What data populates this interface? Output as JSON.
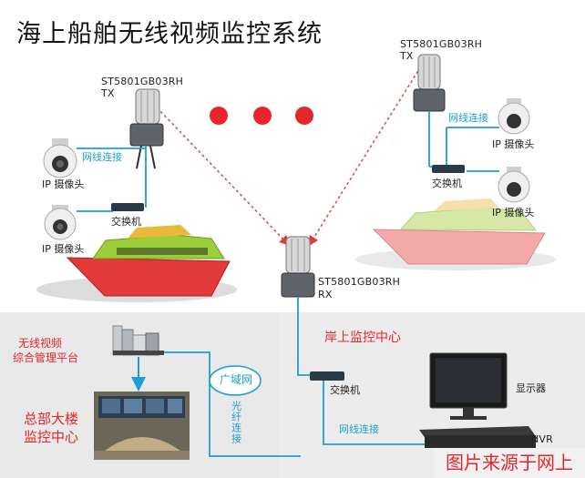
{
  "title": "海上船舶无线视频监控系统",
  "tx_left": {
    "model": "ST5801GB03RH",
    "role": "TX"
  },
  "tx_right": {
    "model": "ST5801GB03RH",
    "role": "TX"
  },
  "rx": {
    "model": "ST5801GB03RH",
    "role": "RX"
  },
  "left_ship": {
    "cam_label_1": "IP 摄像头",
    "cam_label_2": "IP 摄像头",
    "link": "网线连接",
    "switch": "交换机"
  },
  "right_ship": {
    "cam_label_1": "IP 摄像头",
    "cam_label_2": "IP 摄像头",
    "link": "网线连接",
    "switch": "交换机"
  },
  "hq": {
    "platform_line1": "无线视频",
    "platform_line2": "综合管理平台",
    "center_line1": "总部大楼",
    "center_line2": "监控中心"
  },
  "wan": {
    "label": "广域网",
    "fiber": "光纤连接"
  },
  "shore": {
    "center": "岸上监控中心",
    "switch": "交换机",
    "link": "网线连接",
    "display": "显示器",
    "nvr": "NVR"
  },
  "watermark": "图片来源于网上",
  "colors": {
    "accent": "#1e9fd2",
    "title_red": "#e4262b",
    "hull_red": "#e23a3a",
    "panel_gray": "#e8e8e8"
  }
}
